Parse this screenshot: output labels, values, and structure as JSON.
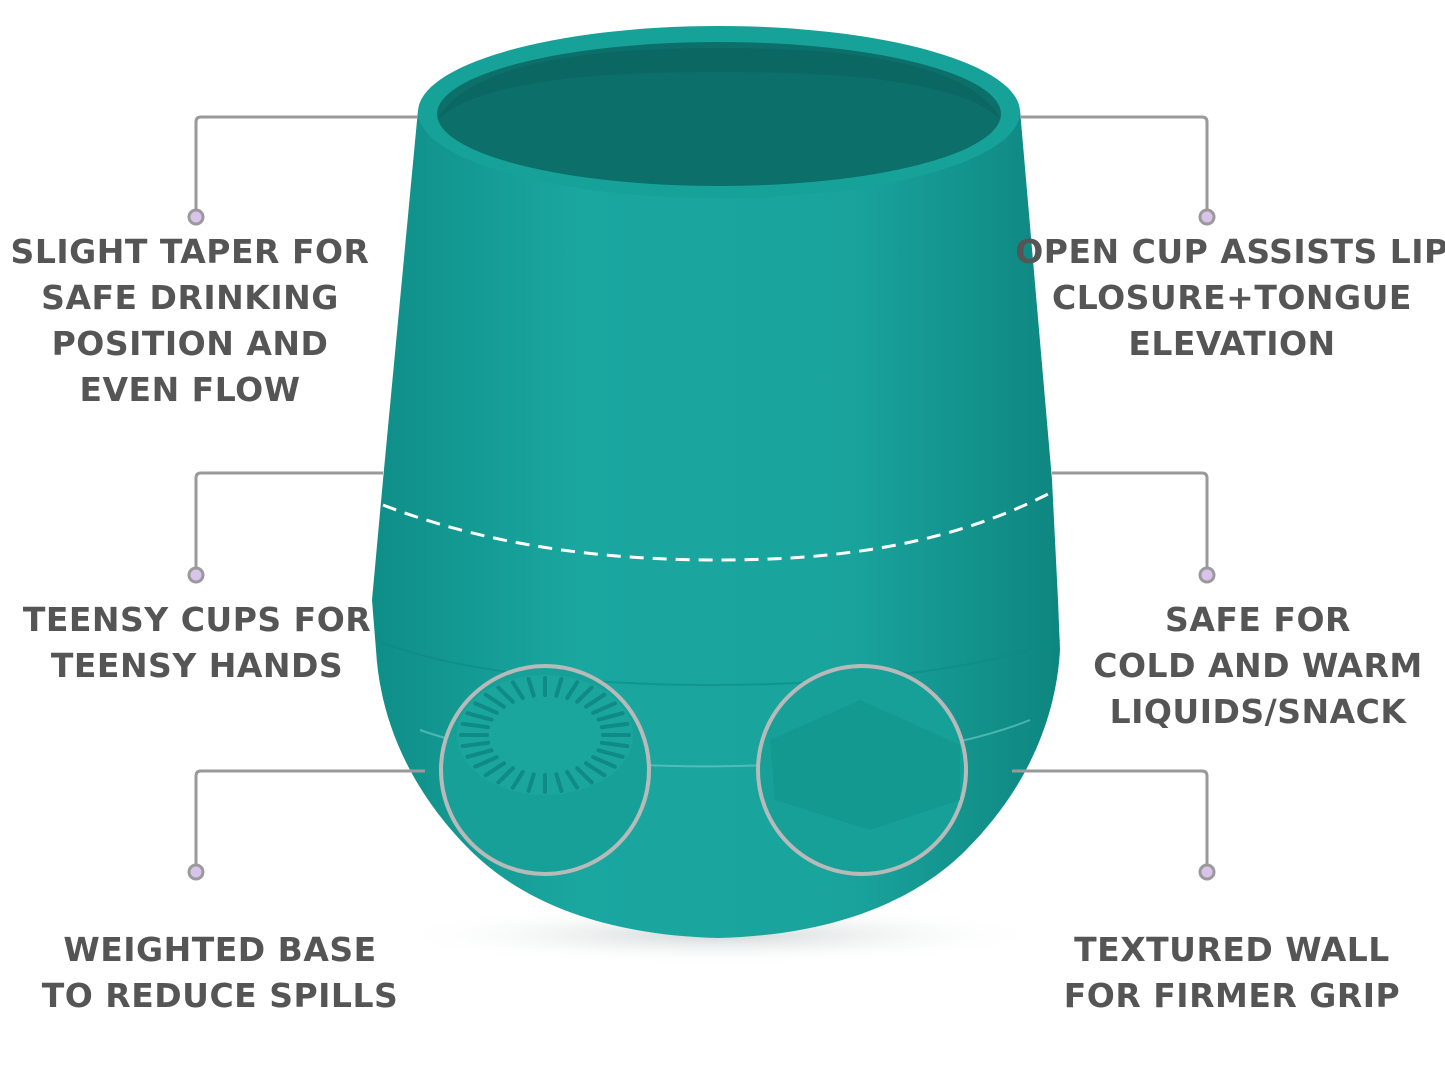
{
  "colors": {
    "cup": "#17a39c",
    "cup_dark": "#0f8a84",
    "connector": "#9a9a9a",
    "dot": "#d8c4ea",
    "text": "#555555"
  },
  "callouts": {
    "taper": {
      "lines": [
        "SLIGHT TAPER FOR",
        "SAFE DRINKING",
        "POSITION AND",
        "EVEN FLOW"
      ]
    },
    "teensy": {
      "lines": [
        "TEENSY CUPS FOR",
        "TEENSY HANDS"
      ]
    },
    "weighted": {
      "lines": [
        "WEIGHTED BASE",
        "TO REDUCE SPILLS"
      ]
    },
    "open_cup": {
      "lines": [
        "OPEN CUP ASSISTS LIP",
        "CLOSURE+TONGUE",
        "ELEVATION"
      ]
    },
    "safe": {
      "lines": [
        "SAFE FOR",
        "COLD AND WARM",
        "LIQUIDS/SNACK"
      ]
    },
    "textured": {
      "lines": [
        "TEXTURED WALL",
        "FOR FIRMER GRIP"
      ]
    }
  }
}
